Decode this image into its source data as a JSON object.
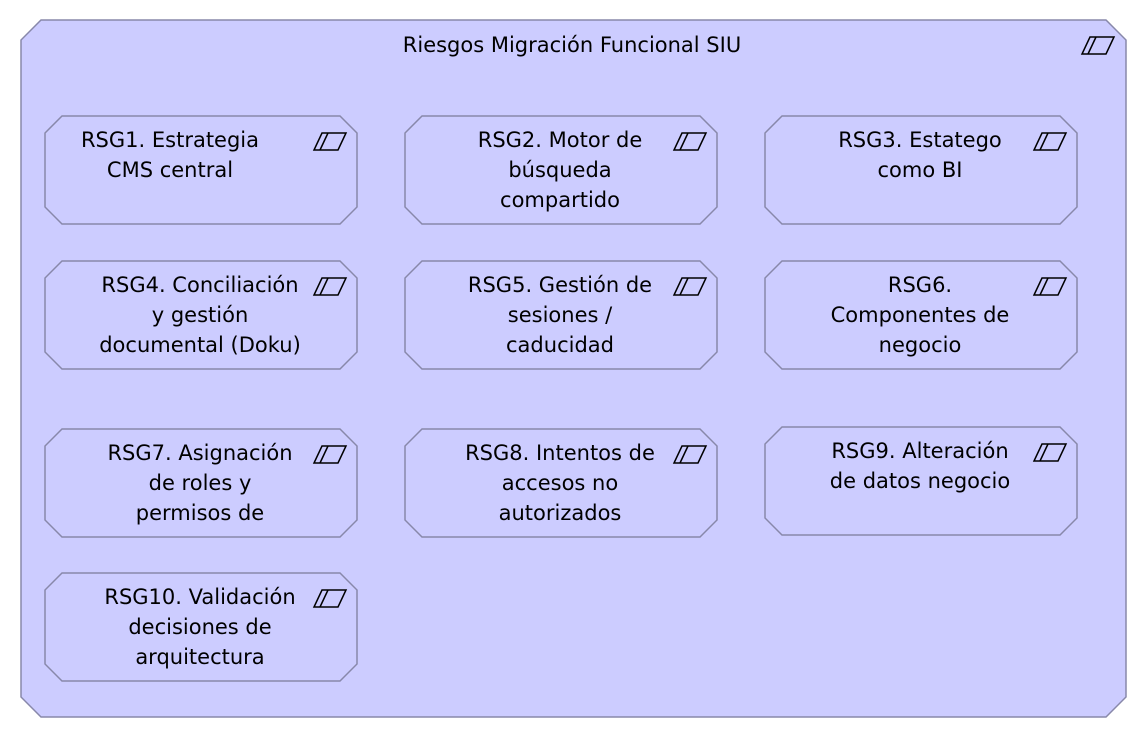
{
  "colors": {
    "fill": "#ccccff",
    "stroke": "#8888aa",
    "text": "#000000"
  },
  "group": {
    "title": "Riesgos Migración Funcional SIU",
    "icon": "requirement-icon"
  },
  "nodes": [
    {
      "id": "rsg1",
      "icon": "requirement-icon",
      "lines": [
        "RSG1. Estrategia",
        "CMS central"
      ]
    },
    {
      "id": "rsg2",
      "icon": "requirement-icon",
      "lines": [
        "RSG2. Motor de",
        "búsqueda",
        "compartido"
      ]
    },
    {
      "id": "rsg3",
      "icon": "requirement-icon",
      "lines": [
        "RSG3. Estatego",
        "como BI"
      ]
    },
    {
      "id": "rsg4",
      "icon": "requirement-icon",
      "lines": [
        "RSG4. Conciliación",
        "y gestión",
        "documental (Doku)"
      ]
    },
    {
      "id": "rsg5",
      "icon": "requirement-icon",
      "lines": [
        "RSG5. Gestión de",
        "sesiones /",
        "caducidad"
      ]
    },
    {
      "id": "rsg6",
      "icon": "requirement-icon",
      "lines": [
        "RSG6.",
        "Componentes de",
        "negocio"
      ]
    },
    {
      "id": "rsg7",
      "icon": "requirement-icon",
      "lines": [
        "RSG7. Asignación",
        "de roles y",
        "permisos de"
      ]
    },
    {
      "id": "rsg8",
      "icon": "requirement-icon",
      "lines": [
        "RSG8. Intentos de",
        "accesos no",
        "autorizados"
      ]
    },
    {
      "id": "rsg9",
      "icon": "requirement-icon",
      "lines": [
        "RSG9. Alteración",
        "de datos negocio"
      ]
    },
    {
      "id": "rsg10",
      "icon": "requirement-icon",
      "lines": [
        "RSG10. Validación",
        "decisiones de",
        "arquitectura"
      ]
    }
  ]
}
